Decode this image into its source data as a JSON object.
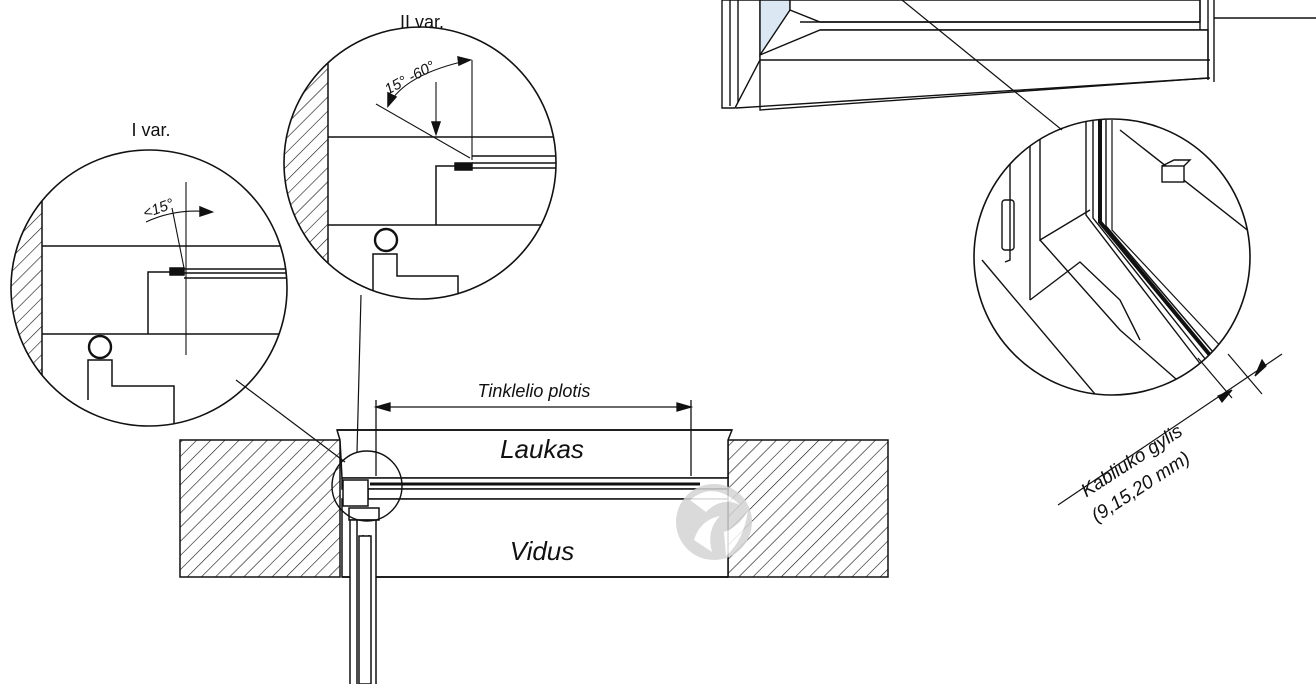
{
  "variants": {
    "var1": {
      "label": "I var.",
      "angle": "<15°"
    },
    "var2": {
      "label": "II var.",
      "angle": "15° -60°"
    }
  },
  "section": {
    "width_label": "Tinklelio plotis",
    "outside_label": "Laukas",
    "inside_label": "Vidus"
  },
  "detail": {
    "depth_label": "Kabliuko gylis",
    "depth_values": "(9,15,20 mm)"
  },
  "colors": {
    "line": "#111111",
    "glass": "#dbe8f4",
    "watermark": "#d4d4d4"
  }
}
